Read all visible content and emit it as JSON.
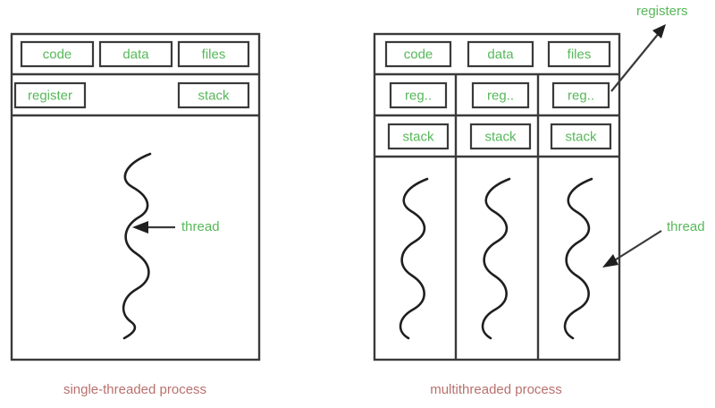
{
  "diagram": {
    "title_hidden": "",
    "colors": {
      "label_green": "#57b85a",
      "caption_red": "#b8706d",
      "line_dark": "#3a3a3a",
      "squiggle": "#1f1f1f",
      "background": "#ffffff"
    },
    "left_process": {
      "caption": "single-threaded process",
      "row_top": [
        {
          "label": "code"
        },
        {
          "label": "data"
        },
        {
          "label": "files"
        }
      ],
      "row_second": [
        {
          "label": "register"
        },
        {
          "label": "stack"
        }
      ],
      "thread_annotation": "thread",
      "thread_count": 1
    },
    "right_process": {
      "caption": "multithreaded process",
      "row_top": [
        {
          "label": "code"
        },
        {
          "label": "data"
        },
        {
          "label": "files"
        }
      ],
      "row_registers": [
        {
          "label": "reg.."
        },
        {
          "label": "reg.."
        },
        {
          "label": "reg.."
        }
      ],
      "row_stacks": [
        {
          "label": "stack"
        },
        {
          "label": "stack"
        },
        {
          "label": "stack"
        }
      ],
      "registers_annotation": "registers",
      "thread_annotation": "thread",
      "thread_count": 3
    }
  }
}
